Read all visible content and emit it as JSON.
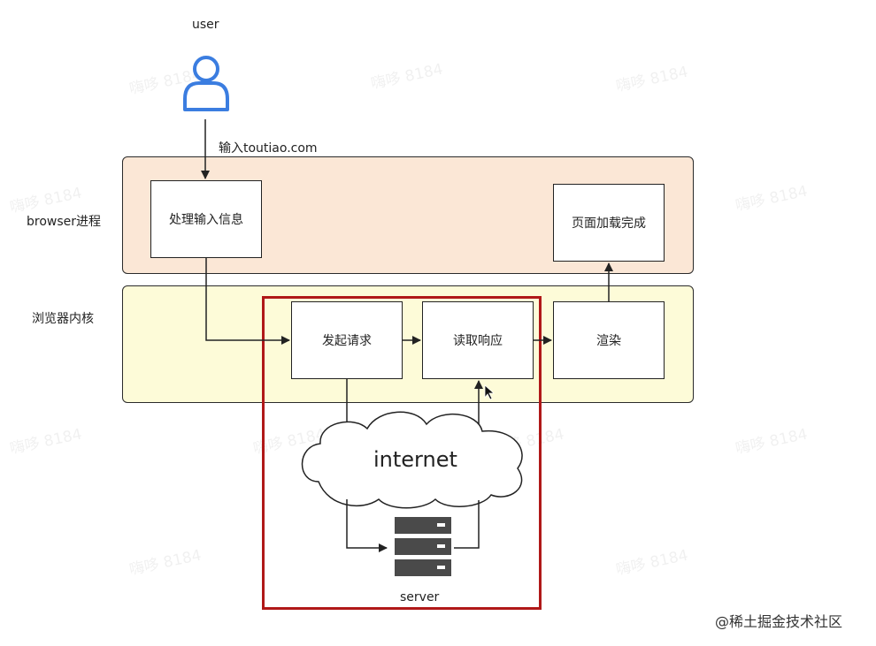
{
  "diagram": {
    "user_label": "user",
    "input_label": "输入toutiao.com",
    "lanes": {
      "browser_label": "browser进程",
      "kernel_label": "浏览器内核"
    },
    "boxes": {
      "process_input": "处理输入信息",
      "page_loaded": "页面加载完成",
      "send_request": "发起请求",
      "read_response": "读取响应",
      "render": "渲染"
    },
    "internet_label": "internet",
    "server_label": "server"
  },
  "watermark_text": "嗨哆 8184",
  "source_badge": "@稀土掘金技术社区",
  "colors": {
    "browser_lane": "#fbe7d6",
    "kernel_lane": "#fdfbd8",
    "frame_red": "#b01818",
    "user_icon_blue": "#3b7de0",
    "server_gray": "#4a4a4a"
  }
}
